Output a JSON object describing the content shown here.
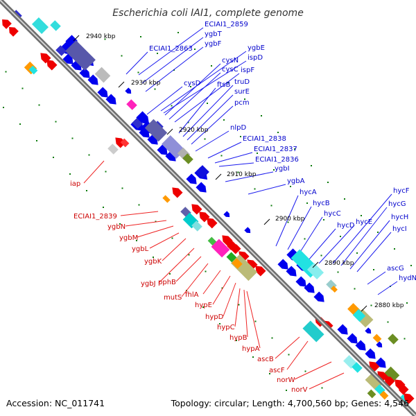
{
  "title": "Escherichia coli IAI1, complete genome",
  "footer": {
    "accession": "Accession: NC_011741",
    "topology": "Topology: circular; Length: 4,700,560 bp; Genes: 4,546"
  },
  "colors": {
    "forward": "#0000ee",
    "reverse": "#ee0000",
    "backbone": "#7a7a7a",
    "tick": "#0a7a0a",
    "label_forward": "#0000cc",
    "label_reverse": "#cc0000"
  },
  "ticks": [
    "2940 kbp",
    "2930 kbp",
    "2920 kbp",
    "2910 kbp",
    "2900 kbp",
    "2890 kbp",
    "2880 kbp"
  ],
  "labels_forward": [
    "ECIAI1_2859",
    "ygbT",
    "ygbF",
    "ECIAI1_2863",
    "ygbE",
    "ispD",
    "cysN",
    "cysC",
    "ispF",
    "cysD",
    "ftsB",
    "truD",
    "surE",
    "pcm",
    "nlpD",
    "ECIAI1_2838",
    "ECIAI1_2837",
    "ECIAI1_2836",
    "ygbI",
    "ygbA",
    "hycA",
    "hycB",
    "hycC",
    "hycD",
    "hycE",
    "hycF",
    "hycG",
    "hycH",
    "hycI",
    "ascG",
    "hydN"
  ],
  "labels_reverse": [
    "iap",
    "ECIAI1_2839",
    "ygbN",
    "ygbM",
    "ygbL",
    "ygbK",
    "ygbJ",
    "pphB",
    "mutS",
    "fhlA",
    "hypE",
    "hypD",
    "hypC",
    "hypB",
    "hypA",
    "ascB",
    "ascF",
    "norW",
    "norV"
  ]
}
